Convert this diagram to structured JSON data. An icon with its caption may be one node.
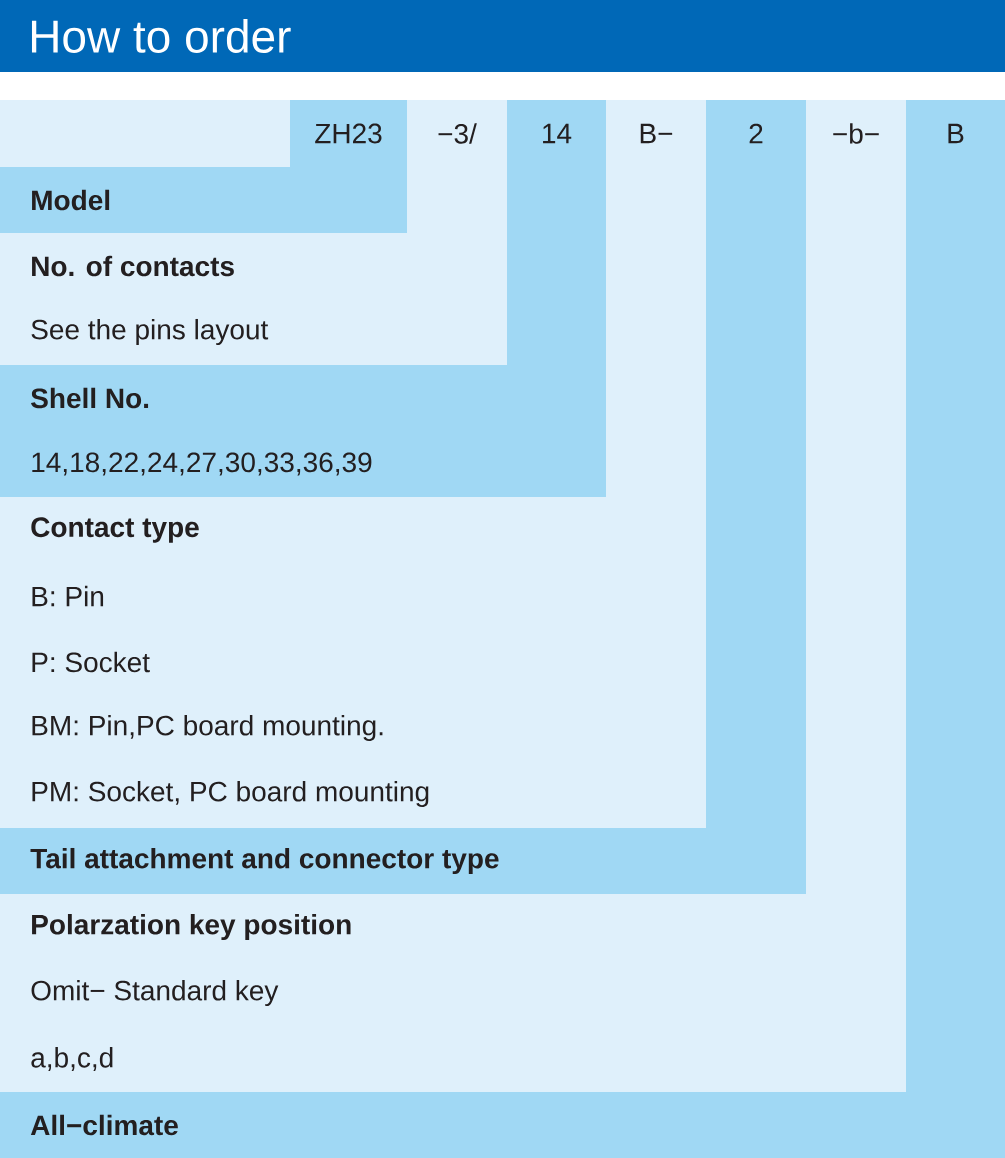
{
  "diagram": {
    "title": "How to order",
    "nodes": [
      {
        "text": [
          "ZH23"
        ]
      },
      {
        "text": [
          "−3/"
        ]
      },
      {
        "text": [
          "14"
        ]
      },
      {
        "text": [
          "B−"
        ]
      },
      {
        "text": [
          "2"
        ]
      },
      {
        "text": [
          "−b−"
        ]
      },
      {
        "text": [
          "B"
        ]
      },
      {
        "text": [
          "Model"
        ]
      },
      {
        "text": [
          "No. of contacts",
          "See the pins layout"
        ]
      },
      {
        "text": [
          "Shell No.",
          "14,18,22,24,27,30,33,36,39"
        ]
      },
      {
        "text": [
          "Contact type",
          "B: Pin",
          "P: Socket",
          "BM: Pin,PC board mounting.",
          "PM: Socket, PC board mounting"
        ]
      },
      {
        "text": [
          "Tail attachment and connector type"
        ]
      },
      {
        "text": [
          "Polarzation key position",
          "Omit− Standard key",
          "a,b,c,d"
        ]
      },
      {
        "text": [
          "All−climate"
        ]
      }
    ]
  }
}
